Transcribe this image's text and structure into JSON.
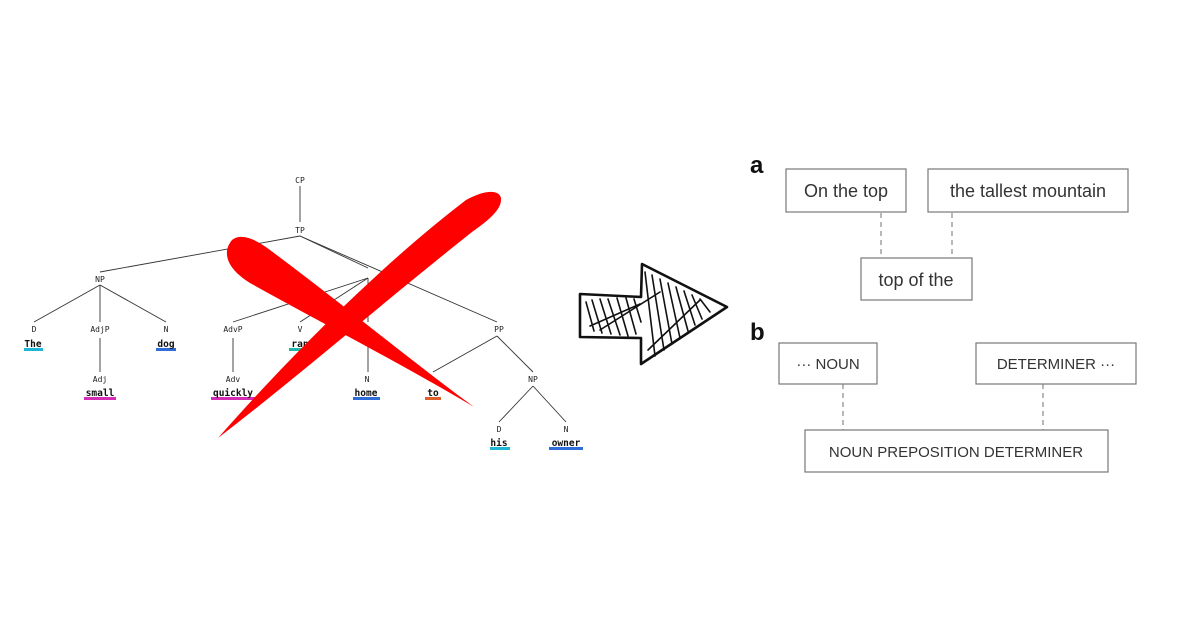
{
  "tree": {
    "nodes": {
      "cp": "CP",
      "tp": "TP",
      "np": "NP",
      "d1": "D",
      "adjp": "AdjP",
      "n1": "N",
      "advp": "AdvP",
      "v": "V",
      "pp": "PP",
      "adj": "Adj",
      "adv": "Adv",
      "n2": "N",
      "np2": "NP",
      "d2": "D",
      "n3": "N"
    },
    "words": {
      "the": "The",
      "dog": "dog",
      "small": "small",
      "quickly": "quickly",
      "ran": "ran",
      "home": "home",
      "to": "to",
      "his": "his",
      "owner": "owner"
    },
    "colors": {
      "cyan": "#1fb6d6",
      "magenta": "#d42cb4",
      "blue": "#2f6ed8",
      "orange": "#e0602c",
      "teal": "#21b8a8"
    }
  },
  "cross_mark": {
    "color": "#ff0000"
  },
  "arrow": {
    "icon": "hand-drawn-right-arrow"
  },
  "panel_a": {
    "letter": "a",
    "box1": "On the top",
    "box2": "the tallest mountain",
    "box3": "top of the"
  },
  "panel_b": {
    "letter": "b",
    "box1": "··· NOUN",
    "box2": "DETERMINER ···",
    "box3": "NOUN PREPOSITION DETERMINER"
  }
}
